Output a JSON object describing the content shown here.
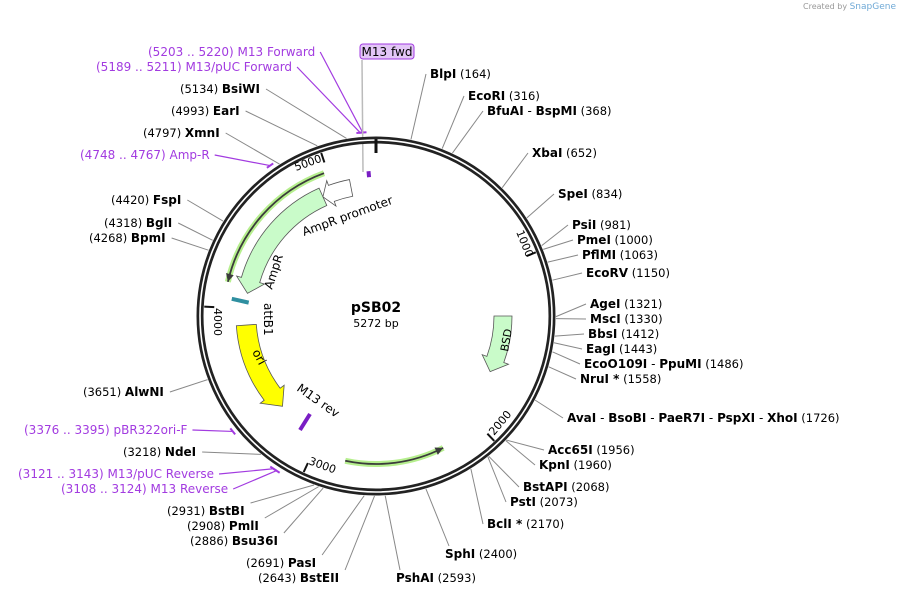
{
  "plasmid": {
    "name": "pSB02",
    "length_label": "5272 bp",
    "length": 5272
  },
  "credit": {
    "prefix": "Created by",
    "brand": "SnapGene"
  },
  "ticks": [
    "1000",
    "2000",
    "3000",
    "4000",
    "5000"
  ],
  "features": {
    "ampr_promoter": "AmpR promoter",
    "ampr": "AmpR",
    "attb1": "attB1",
    "ori": "ori",
    "m13_rev": "M13 rev",
    "bsd": "BSD",
    "m13_fwd_box": "M13 fwd"
  },
  "enzymes": [
    {
      "names": [
        "BlpI"
      ],
      "pos": 164
    },
    {
      "names": [
        "EcoRI"
      ],
      "pos": 316
    },
    {
      "names": [
        "BfuAI",
        "BspMI"
      ],
      "pos": 368
    },
    {
      "names": [
        "XbaI"
      ],
      "pos": 652
    },
    {
      "names": [
        "SpeI"
      ],
      "pos": 834
    },
    {
      "names": [
        "PsiI"
      ],
      "pos": 981
    },
    {
      "names": [
        "PmeI"
      ],
      "pos": 1000
    },
    {
      "names": [
        "PflMI"
      ],
      "pos": 1063
    },
    {
      "names": [
        "EcoRV"
      ],
      "pos": 1150
    },
    {
      "names": [
        "AgeI"
      ],
      "pos": 1321
    },
    {
      "names": [
        "MscI"
      ],
      "pos": 1330
    },
    {
      "names": [
        "BbsI"
      ],
      "pos": 1412
    },
    {
      "names": [
        "EagI"
      ],
      "pos": 1443
    },
    {
      "names": [
        "EcoO109I",
        "PpuMI"
      ],
      "pos": 1486
    },
    {
      "names": [
        "NruI *"
      ],
      "pos": 1558
    },
    {
      "names": [
        "AvaI",
        "BsoBI",
        "PaeR7I",
        "PspXI",
        "XhoI"
      ],
      "pos": 1726
    },
    {
      "names": [
        "Acc65I"
      ],
      "pos": 1956
    },
    {
      "names": [
        "KpnI"
      ],
      "pos": 1960
    },
    {
      "names": [
        "BstAPI"
      ],
      "pos": 2068
    },
    {
      "names": [
        "PstI"
      ],
      "pos": 2073
    },
    {
      "names": [
        "BclI *"
      ],
      "pos": 2170
    },
    {
      "names": [
        "SphI"
      ],
      "pos": 2400
    },
    {
      "names": [
        "PshAI"
      ],
      "pos": 2593
    },
    {
      "names": [
        "BstEII"
      ],
      "pos": 2643
    },
    {
      "names": [
        "PasI"
      ],
      "pos": 2691
    },
    {
      "names": [
        "Bsu36I"
      ],
      "pos": 2886
    },
    {
      "names": [
        "PmlI"
      ],
      "pos": 2908
    },
    {
      "names": [
        "BstBI"
      ],
      "pos": 2931
    },
    {
      "names": [
        "NdeI"
      ],
      "pos": 3218
    },
    {
      "names": [
        "AlwNI"
      ],
      "pos": 3651
    },
    {
      "names": [
        "BpmI"
      ],
      "pos": 4268
    },
    {
      "names": [
        "BglI"
      ],
      "pos": 4318
    },
    {
      "names": [
        "FspI"
      ],
      "pos": 4420
    },
    {
      "names": [
        "XmnI"
      ],
      "pos": 4797
    },
    {
      "names": [
        "EarI"
      ],
      "pos": 4993
    },
    {
      "names": [
        "BsiWI"
      ],
      "pos": 5134
    }
  ],
  "primers": [
    {
      "name": "M13 Forward",
      "range": "(5203 .. 5220)",
      "pos": 5211
    },
    {
      "name": "M13/pUC Forward",
      "range": "(5189 .. 5211)",
      "pos": 5200
    },
    {
      "name": "Amp-R",
      "range": "(4748 .. 4767)",
      "pos": 4757
    },
    {
      "name": "pBR322ori-F",
      "range": "(3376 .. 3395)",
      "pos": 3385
    },
    {
      "name": "M13/pUC Reverse",
      "range": "(3121 .. 3143)",
      "pos": 3132
    },
    {
      "name": "M13 Reverse",
      "range": "(3108 .. 3124)",
      "pos": 3116
    }
  ],
  "colors": {
    "primer": "#a23be0",
    "orf": "#3b3b3b",
    "orf_glow": "#b6ef8e",
    "feature_green": "#c9fbc9",
    "ori": "#ffff00",
    "attb": "#2f8fa0"
  }
}
